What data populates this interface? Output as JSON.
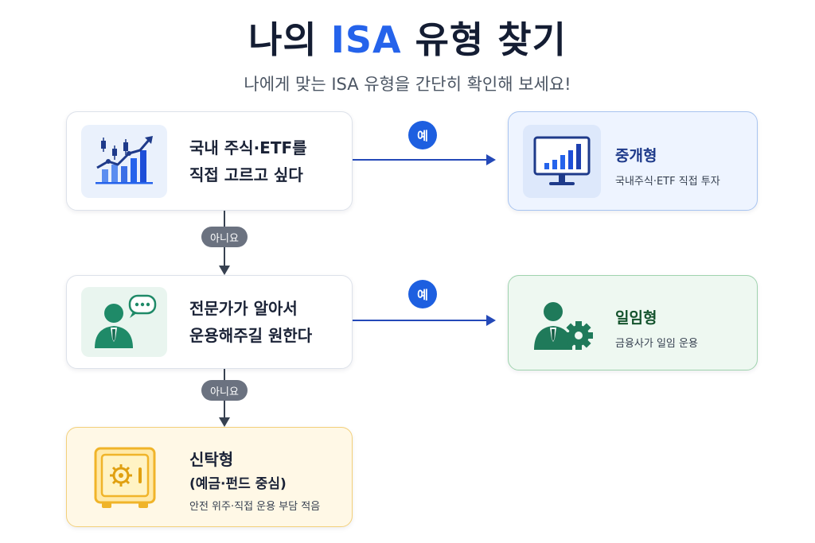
{
  "header": {
    "title_prefix": "나의 ",
    "title_accent": "ISA",
    "title_suffix": " 유형 찾기",
    "subtitle": "나에게 맞는 ISA 유형을 간단히 확인해 보세요!"
  },
  "questions": [
    {
      "line1": "국내 주식·ETF를",
      "line2": "직접 고르고 싶다"
    },
    {
      "line1": "전문가가 알아서",
      "line2": "운용해주길 원한다"
    }
  ],
  "results": {
    "brokerage": {
      "title": "중개형",
      "desc": "국내주식·ETF 직접 투자",
      "color": "#1e3a8a"
    },
    "discretionary": {
      "title": "일임형",
      "desc": "금융사가 일임 운용",
      "color": "#14532d"
    },
    "trust": {
      "title": "신탁형",
      "subtitle": "(예금·펀드 중심)",
      "desc": "안전 위주·직접 운용 부담 적음",
      "color": "#1a2236"
    }
  },
  "labels": {
    "yes": "예",
    "no": "아니요"
  },
  "colors": {
    "accent": "#2563eb",
    "yes_badge": "#1d5fe0",
    "no_badge": "#6b7280",
    "brokerage_bg": "#eef4ff",
    "brokerage_border": "#a8c4f0",
    "discretionary_bg": "#eef8f1",
    "discretionary_border": "#9fd3ae",
    "trust_bg": "#fff8e6",
    "trust_border": "#f3d07a"
  }
}
